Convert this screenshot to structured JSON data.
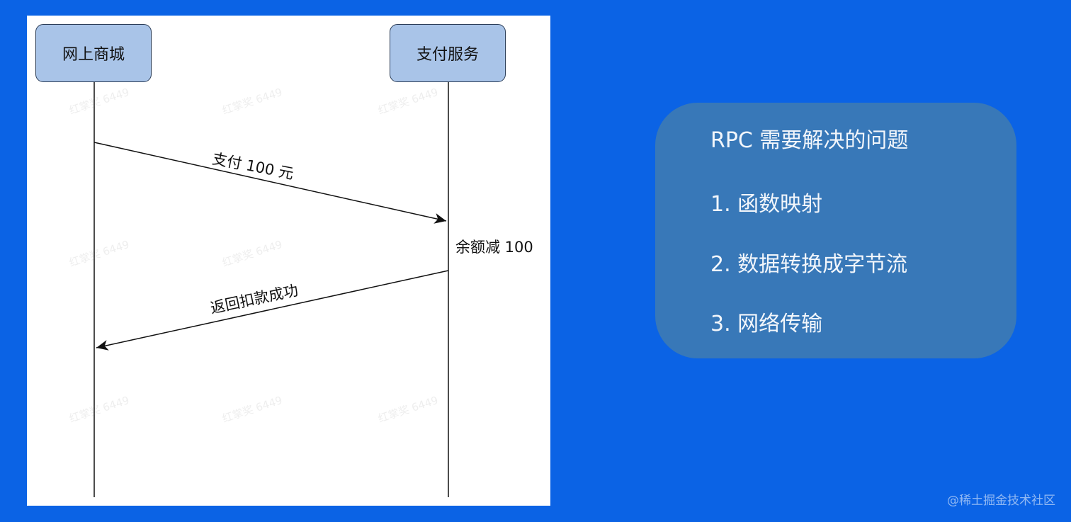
{
  "diagram": {
    "participants": {
      "left": "网上商城",
      "right": "支付服务"
    },
    "messages": {
      "pay": "支付 100 元",
      "self_action": "余额减 100",
      "return": "返回扣款成功"
    },
    "watermark_text": "红掌奖 6449"
  },
  "info_card": {
    "title": "RPC 需要解决的问题",
    "items": [
      "1. 函数映射",
      "2. 数据转换成字节流",
      "3. 网络传输"
    ]
  },
  "footer": {
    "credit": "@稀土掘金技术社区"
  },
  "colors": {
    "background": "#0b63e5",
    "participant_fill": "#a9c4e8",
    "card_fill": "#3878b8"
  }
}
